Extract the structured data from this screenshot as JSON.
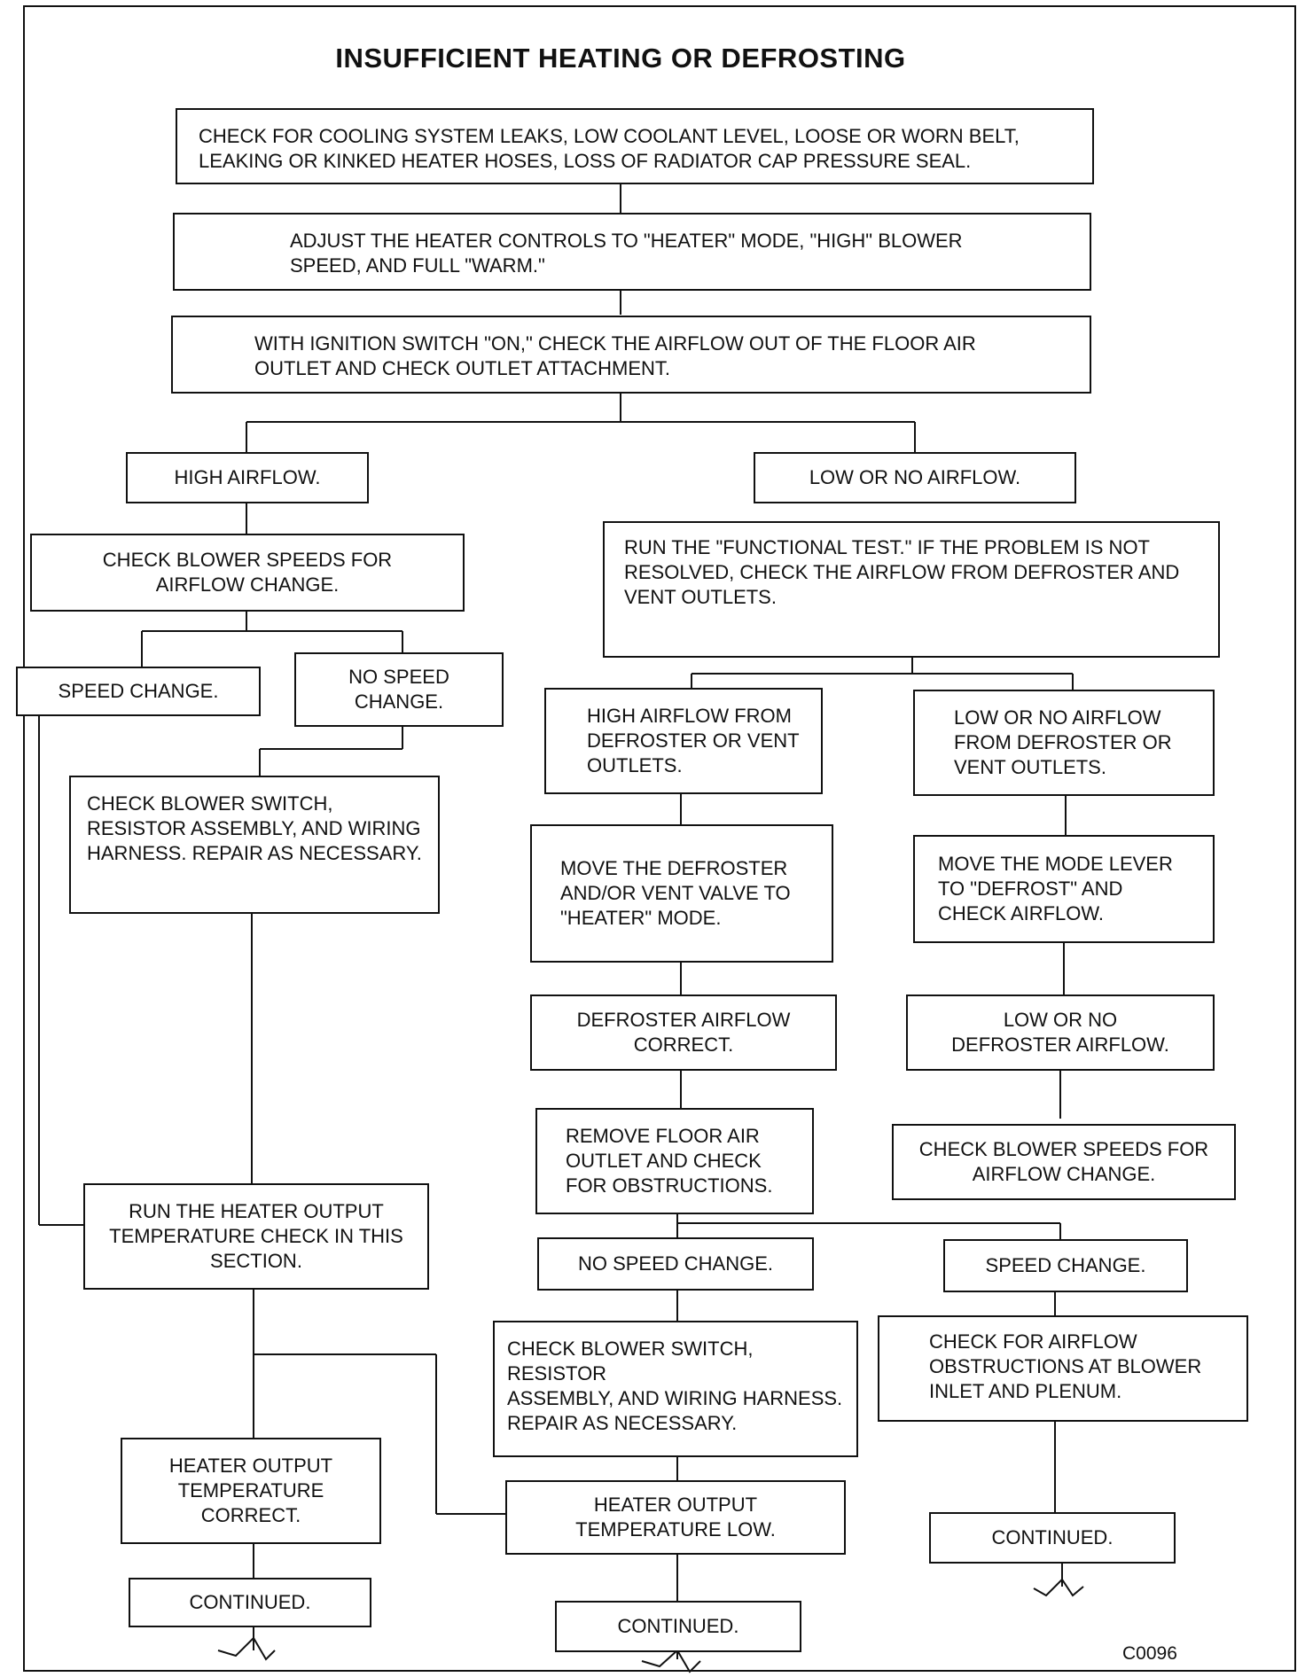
{
  "title": "INSUFFICIENT HEATING OR DEFROSTING",
  "figure_code": "C0096",
  "boxes": {
    "check_leaks": "CHECK FOR COOLING SYSTEM LEAKS, LOW COOLANT LEVEL, LOOSE OR WORN BELT,\nLEAKING OR KINKED HEATER HOSES, LOSS OF RADIATOR CAP PRESSURE SEAL.",
    "adjust_controls": "ADJUST THE HEATER CONTROLS TO \"HEATER\" MODE, \"HIGH\" BLOWER\nSPEED, AND FULL \"WARM.\"",
    "ignition_on": "WITH IGNITION SWITCH \"ON,\" CHECK THE AIRFLOW OUT OF THE FLOOR AIR\nOUTLET AND CHECK OUTLET ATTACHMENT.",
    "high_airflow": "HIGH AIRFLOW.",
    "low_no_airflow": "LOW OR NO AIRFLOW.",
    "check_blower_speeds_left": "CHECK BLOWER SPEEDS FOR\nAIRFLOW CHANGE.",
    "functional_test": "RUN THE \"FUNCTIONAL TEST.\" IF THE PROBLEM IS NOT\nRESOLVED, CHECK THE AIRFLOW FROM DEFROSTER AND\nVENT OUTLETS.",
    "speed_change_left": "SPEED CHANGE.",
    "no_speed_change_left": "NO SPEED\nCHANGE.",
    "high_airflow_defroster": "HIGH AIRFLOW FROM\nDEFROSTER OR VENT\nOUTLETS.",
    "low_airflow_defroster": "LOW OR NO AIRFLOW\nFROM DEFROSTER OR\nVENT OUTLETS.",
    "check_blower_switch_left": "CHECK BLOWER SWITCH,\nRESISTOR ASSEMBLY, AND WIRING\nHARNESS. REPAIR AS NECESSARY.",
    "move_defroster_valve": "MOVE THE DEFROSTER\nAND/OR VENT VALVE TO\n\"HEATER\" MODE.",
    "move_mode_lever": "MOVE THE MODE LEVER\nTO \"DEFROST\" AND\nCHECK AIRFLOW.",
    "defroster_correct": "DEFROSTER AIRFLOW\nCORRECT.",
    "low_defroster_airflow": "LOW OR NO\nDEFROSTER AIRFLOW.",
    "remove_floor_outlet": "REMOVE FLOOR AIR\nOUTLET AND CHECK\nFOR OBSTRUCTIONS.",
    "check_blower_speeds_right": "CHECK BLOWER SPEEDS FOR\nAIRFLOW CHANGE.",
    "run_output_check": "RUN THE HEATER OUTPUT\nTEMPERATURE CHECK IN THIS\nSECTION.",
    "no_speed_change_mid": "NO SPEED CHANGE.",
    "speed_change_right": "SPEED CHANGE.",
    "check_blower_switch_mid": "CHECK BLOWER SWITCH, RESISTOR\nASSEMBLY, AND WIRING HARNESS.\nREPAIR AS NECESSARY.",
    "check_obstructions": "CHECK FOR AIRFLOW\nOBSTRUCTIONS AT BLOWER\nINLET AND PLENUM.",
    "output_correct": "HEATER OUTPUT\nTEMPERATURE\nCORRECT.",
    "output_low": "HEATER OUTPUT\nTEMPERATURE LOW.",
    "continued_left": "CONTINUED.",
    "continued_mid": "CONTINUED.",
    "continued_right": "CONTINUED."
  }
}
